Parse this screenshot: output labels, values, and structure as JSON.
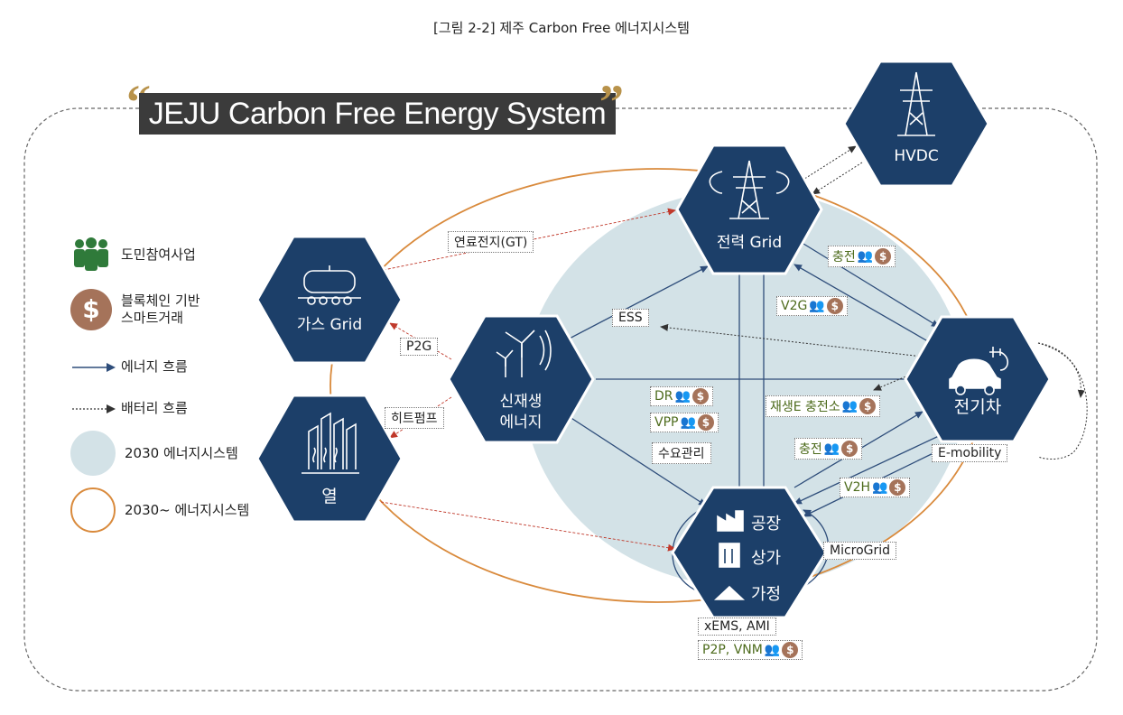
{
  "figure_caption": "[그림 2-2] 제주 Carbon Free 에너지시스템",
  "main_title": "JEJU Carbon Free Energy System",
  "legend": {
    "participation": "도민참여사업",
    "blockchain_line1": "블록체인 기반",
    "blockchain_line2": "스마트거래",
    "energy_flow": "에너지 흐름",
    "battery_flow": "배터리 흐름",
    "system_2030": "2030 에너지시스템",
    "system_2030_plus": "2030~ 에너지시스템",
    "coin_symbol": "$"
  },
  "nodes": {
    "hvdc": "HVDC",
    "power_grid": "전력 Grid",
    "gas_grid": "가스 Grid",
    "renewable_line1": "신재생",
    "renewable_line2": "에너지",
    "heat": "열",
    "ev": "전기차",
    "consumer_factory": "공장",
    "consumer_commercial": "상가",
    "consumer_home": "가정"
  },
  "labels": {
    "fuel_cell": "연료전지(GT)",
    "ess": "ESS",
    "p2g": "P2G",
    "heat_pump": "히트펌프",
    "dr": "DR",
    "vpp": "VPP",
    "demand_mgmt": "수요관리",
    "charging_top": "충전",
    "v2g": "V2G",
    "renewable_charging": "재생E 충전소",
    "charging_mid": "충전",
    "v2h": "V2H",
    "e_mobility": "E-mobility",
    "microgrid": "MicroGrid",
    "xems_ami": "xEMS, AMI",
    "p2p_vnm": "P2P, VNM"
  },
  "colors": {
    "hex_fill": "#1c3f69",
    "arrow": "#2e4d7a",
    "red_arrow": "#c0392b",
    "orange_ring": "#d98a3c",
    "blue_area": "#d3e2e7",
    "people_green": "#2f7a3a",
    "coin": "#a5735a",
    "label_green": "#4d6b1c"
  }
}
